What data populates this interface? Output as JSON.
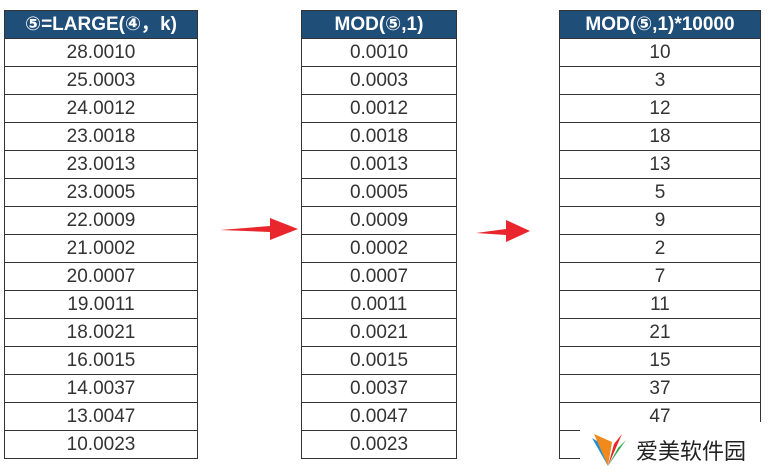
{
  "tables": [
    {
      "header": "⑤=LARGE(④，k)",
      "rows": [
        "28.0010",
        "25.0003",
        "24.0012",
        "23.0018",
        "23.0013",
        "23.0005",
        "22.0009",
        "21.0002",
        "20.0007",
        "19.0011",
        "18.0021",
        "16.0015",
        "14.0037",
        "13.0047",
        "10.0023"
      ]
    },
    {
      "header": "MOD(⑤,1)",
      "rows": [
        "0.0010",
        "0.0003",
        "0.0012",
        "0.0018",
        "0.0013",
        "0.0005",
        "0.0009",
        "0.0002",
        "0.0007",
        "0.0011",
        "0.0021",
        "0.0015",
        "0.0037",
        "0.0047",
        "0.0023"
      ]
    },
    {
      "header": "MOD(⑤,1)*10000",
      "rows": [
        "10",
        "3",
        "12",
        "18",
        "13",
        "5",
        "9",
        "2",
        "7",
        "11",
        "21",
        "15",
        "37",
        "47",
        ""
      ]
    }
  ],
  "arrow_color": "#e8262b",
  "header_bg": "#1f4e79",
  "watermark": {
    "text": "爱美软件园",
    "icon": "butterfly-logo-icon"
  }
}
